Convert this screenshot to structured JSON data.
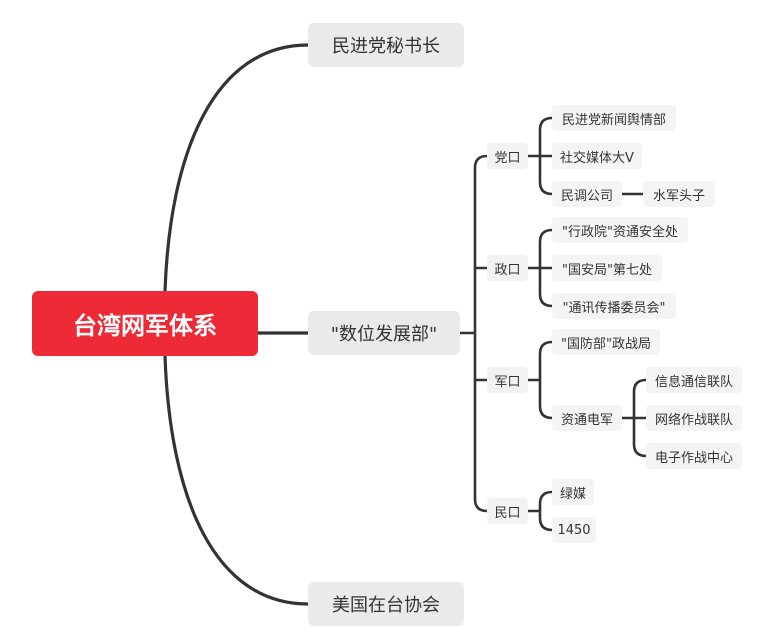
{
  "root": {
    "label": "台湾网军体系"
  },
  "branches": {
    "secretary": {
      "label": "民进党秘书长"
    },
    "digital": {
      "label": "\"数位发展部\"",
      "groups": {
        "party": {
          "label": "党口",
          "items": {
            "news": "民进党新闻舆情部",
            "social": "社交媒体大V",
            "poll": "民调公司",
            "leader": "水军头子"
          }
        },
        "gov": {
          "label": "政口",
          "items": {
            "exec": "\"行政院\"资通安全处",
            "nsb": "\"国安局\"第七处",
            "ncc": "\"通讯传播委员会\""
          }
        },
        "military": {
          "label": "军口",
          "items": {
            "mnd": "\"国防部\"政战局",
            "icef": "资通电军",
            "signal": "信息通信联队",
            "cyber": "网络作战联队",
            "ew": "电子作战中心"
          }
        },
        "civil": {
          "label": "民口",
          "items": {
            "green": "绿媒",
            "n1450": "1450"
          }
        }
      }
    },
    "ait": {
      "label": "美国在台协会"
    }
  },
  "colors": {
    "root_bg": "#ee2a36",
    "line": "#333333"
  }
}
